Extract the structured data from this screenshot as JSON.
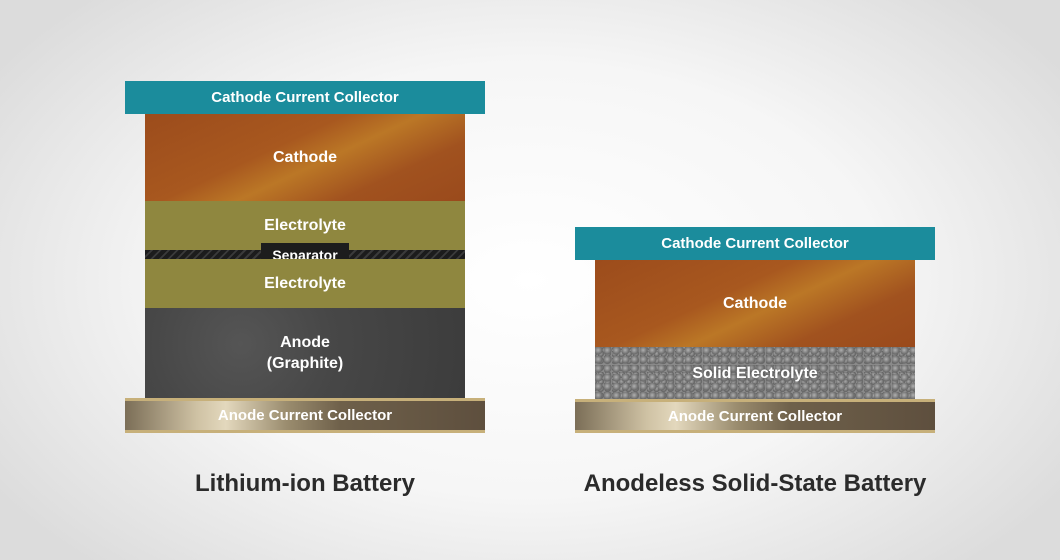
{
  "lithium_ion": {
    "title": "Lithium-ion Battery",
    "layers": {
      "cathode_collector": "Cathode Current Collector",
      "cathode": "Cathode",
      "electrolyte_top": "Electrolyte",
      "separator": "Separator",
      "electrolyte_bottom": "Electrolyte",
      "anode_line1": "Anode",
      "anode_line2": "(Graphite)",
      "anode_collector": "Anode Current Collector"
    }
  },
  "anodeless": {
    "title": "Anodeless Solid-State Battery",
    "layers": {
      "cathode_collector": "Cathode Current Collector",
      "cathode": "Cathode",
      "solid_electrolyte": "Solid Electrolyte",
      "anode_collector": "Anode Current Collector"
    }
  },
  "colors": {
    "current_collector": "#1b8c9c",
    "cathode": "#a5561f",
    "electrolyte": "#8f873f",
    "anode": "#474747",
    "separator": "#1d1d1d"
  }
}
